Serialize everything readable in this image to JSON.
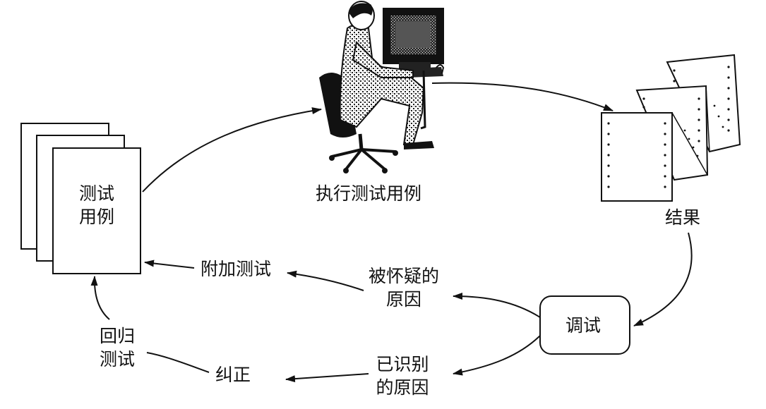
{
  "nodes": {
    "test_cases": {
      "line1": "测试",
      "line2": "用例"
    },
    "execute": {
      "label": "执行测试用例"
    },
    "results": {
      "label": "结果"
    },
    "debug": {
      "label": "调试"
    },
    "suspected_causes": {
      "line1": "被怀疑的",
      "line2": "原因"
    },
    "identified_causes": {
      "line1": "已识别",
      "line2": "的原因"
    },
    "additional_tests": {
      "label": "附加测试"
    },
    "correction": {
      "label": "纠正"
    },
    "regression_tests": {
      "line1": "回归",
      "line2": "测试"
    }
  },
  "icons": {
    "person": "person-at-computer-icon",
    "results": "printout-pages-icon"
  },
  "colors": {
    "ink": "#111111",
    "paper": "#ffffff"
  }
}
